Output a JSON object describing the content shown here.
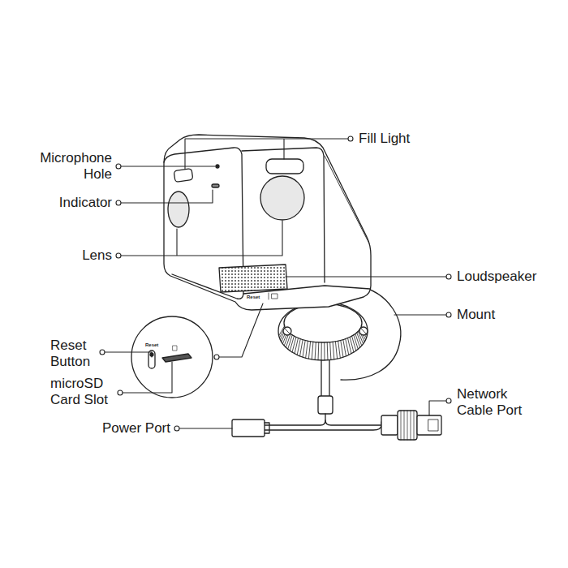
{
  "diagram": {
    "labels": [
      "Fill Light",
      "Microphone Hole",
      "Indicator",
      "Lens",
      "Loudspeaker",
      "Mount",
      "Reset",
      "Reset Button",
      "Reset",
      "microSD Card Slot",
      "Network Cable Port",
      "Power Port"
    ]
  }
}
